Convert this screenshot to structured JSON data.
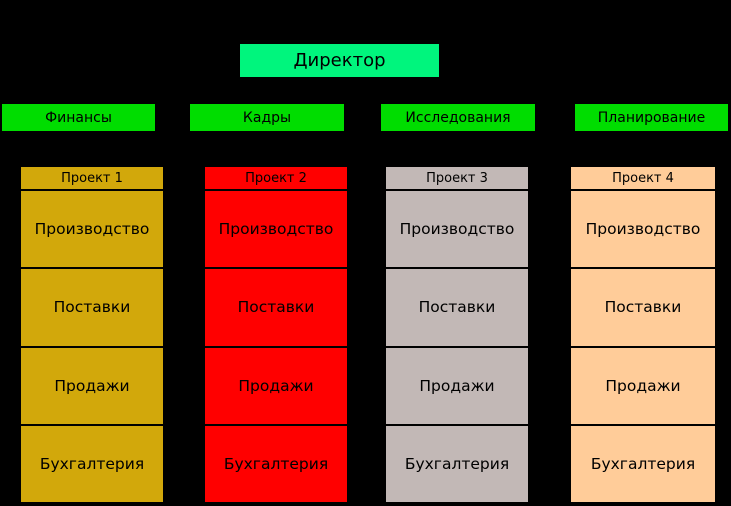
{
  "colors": {
    "background": "#000000",
    "text": "#000000",
    "director_fill": "#00F57D",
    "department_fill": "#00DD00",
    "project_fills": [
      "#D2A80B",
      "#FF0000",
      "#C2B8B6",
      "#FFCC99"
    ]
  },
  "director": {
    "label": "Директор"
  },
  "departments": [
    {
      "label": "Финансы"
    },
    {
      "label": "Кадры"
    },
    {
      "label": "Исследования"
    },
    {
      "label": "Планирование"
    }
  ],
  "projects": [
    {
      "title": "Проект 1",
      "fill": "#D2A80B",
      "cells": [
        "Производство",
        "Поставки",
        "Продажи",
        "Бухгалтерия"
      ]
    },
    {
      "title": "Проект 2",
      "fill": "#FF0000",
      "cells": [
        "Производство",
        "Поставки",
        "Продажи",
        "Бухгалтерия"
      ]
    },
    {
      "title": "Проект 3",
      "fill": "#C2B8B6",
      "cells": [
        "Производство",
        "Поставки",
        "Продажи",
        "Бухгалтерия"
      ]
    },
    {
      "title": "Проект 4",
      "fill": "#FFCC99",
      "cells": [
        "Производство",
        "Поставки",
        "Продажи",
        "Бухгалтерия"
      ]
    }
  ]
}
